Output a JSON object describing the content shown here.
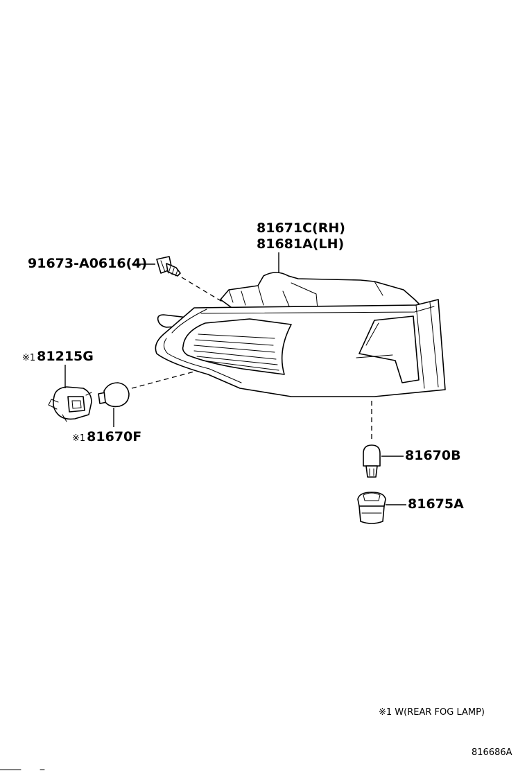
{
  "parts": {
    "lens_rh": "81671C(RH)",
    "lens_lh": "81681A(LH)",
    "screw": "91673-A0616(4)",
    "socket_fog": "81215G",
    "bulb_fog": "81670F",
    "bulb": "81670B",
    "socket": "81675A"
  },
  "marks": {
    "socket_fog": "※1",
    "bulb_fog": "※1"
  },
  "note": "※1 W(REAR FOG LAMP)",
  "diagram_id": "816686A"
}
